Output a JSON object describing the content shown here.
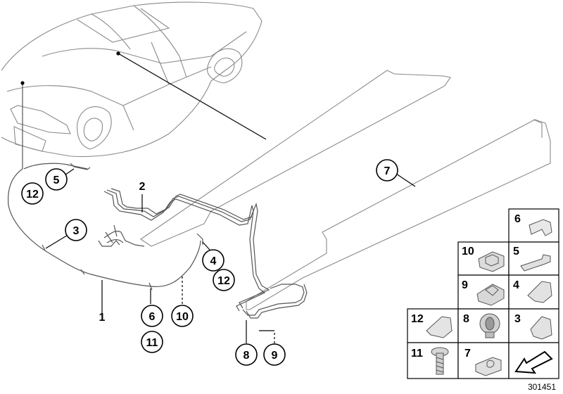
{
  "diagram": {
    "callouts": {
      "c1": "1",
      "c2": "2",
      "c3": "3",
      "c4": "4",
      "c5": "5",
      "c6": "6",
      "c7": "7",
      "c8": "8",
      "c9": "9",
      "c10": "10",
      "c11": "11",
      "c12a": "12",
      "c12b": "12"
    },
    "parts_grid": {
      "cells": [
        {
          "label": "6",
          "part": "angle-bracket"
        },
        {
          "label": "10",
          "part": "clip-nut"
        },
        {
          "label": "5",
          "part": "pipe-clamp"
        },
        {
          "label": "9",
          "part": "expanding-clip"
        },
        {
          "label": "4",
          "part": "holder-bracket"
        },
        {
          "label": "12",
          "part": "retaining-plate"
        },
        {
          "label": "8",
          "part": "rubber-grommet"
        },
        {
          "label": "3",
          "part": "support-bracket"
        },
        {
          "label": "11",
          "part": "screw"
        },
        {
          "label": "7",
          "part": "pipe-holder"
        },
        {
          "label": "",
          "part": "direction-arrow"
        }
      ]
    },
    "catalog_number": "301451"
  }
}
